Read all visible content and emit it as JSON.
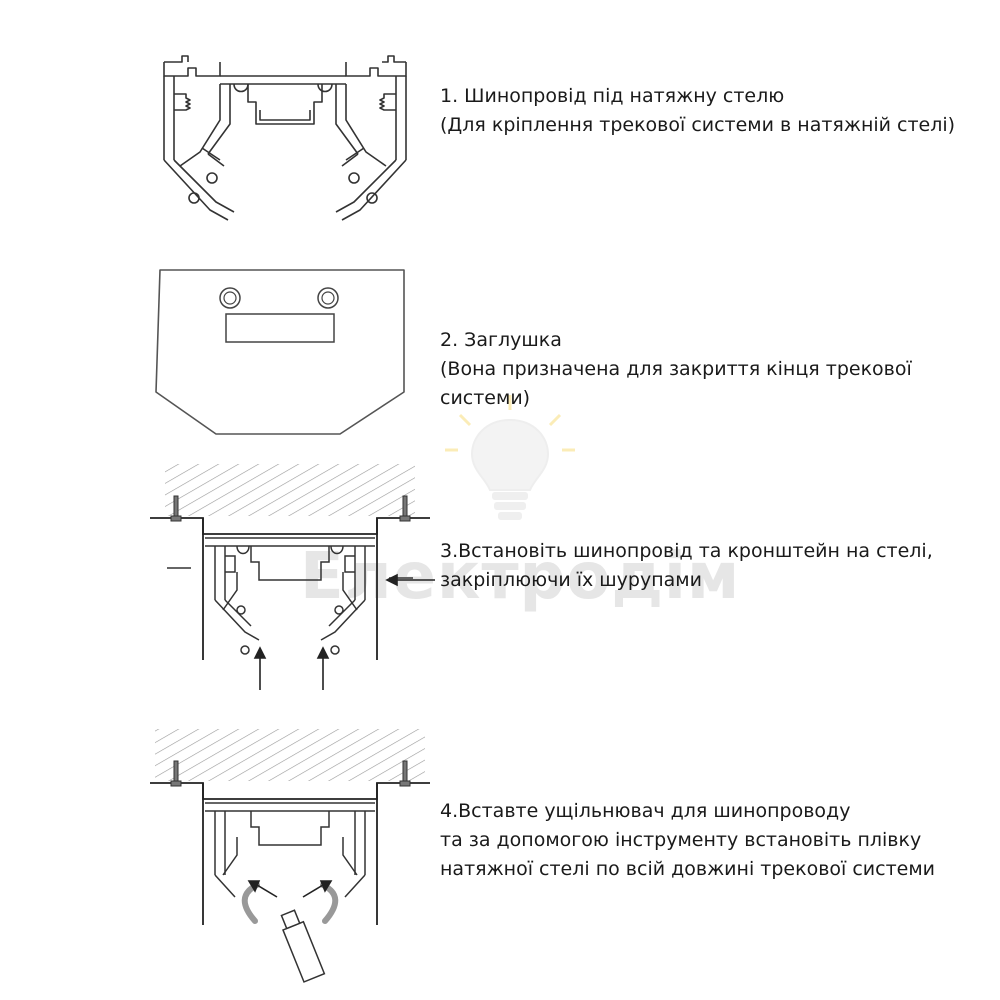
{
  "steps": [
    {
      "title": "1. Шинопровід під натяжну стелю",
      "note": "(Для кріплення трекової системи в натяжній стелі)"
    },
    {
      "title": "2. Заглушка",
      "line2": "(Вона призначена для закриття кінця трекової",
      "line3": "системи)"
    },
    {
      "line1": "3.Встановіть шинопровід та кронштейн на стелі,",
      "line2": "закріплюючи їх шурупами"
    },
    {
      "line1": "4.Вставте ущільнювач для шинопроводу",
      "line2": " та за допомогою інструменту встановіть плівку",
      "line3": "натяжної стелі по всій довжині трекової системи"
    }
  ],
  "watermark": {
    "text": "Електродім"
  }
}
